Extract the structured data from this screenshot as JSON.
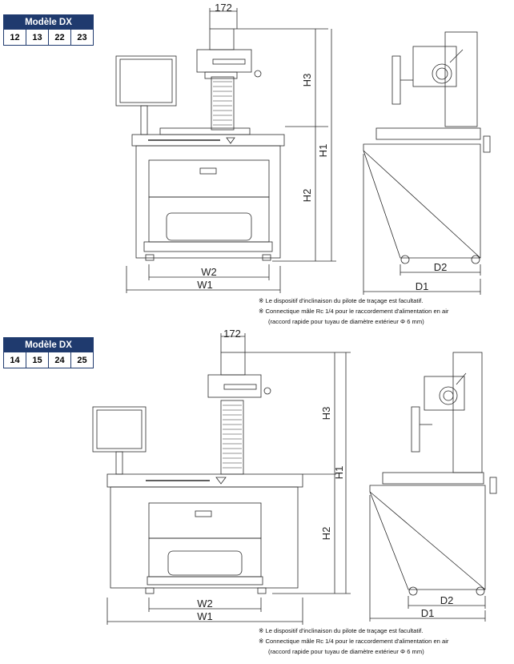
{
  "sections": [
    {
      "model_title": "Modèle DX",
      "models": [
        "12",
        "13",
        "22",
        "23"
      ],
      "dims": {
        "top_width": "172",
        "h3": "H3",
        "h1": "H1",
        "h2": "H2",
        "w2": "W2",
        "w1": "W1",
        "d2": "D2",
        "d1": "D1"
      },
      "notes": [
        "※ Le dispositif d'inclinaison du pilote de traçage est facultatif.",
        "※ Connectique mâle Rc 1/4 pour le raccordement d'alimentation en air",
        "(raccord rapide pour tuyau de diamètre extérieur Φ 6 mm)"
      ]
    },
    {
      "model_title": "Modèle DX",
      "models": [
        "14",
        "15",
        "24",
        "25"
      ],
      "dims": {
        "top_width": "172",
        "h3": "H3",
        "h1": "H1",
        "h2": "H2",
        "w2": "W2",
        "w1": "W1",
        "d2": "D2",
        "d1": "D1"
      },
      "notes": [
        "※ Le dispositif d'inclinaison du pilote de traçage est facultatif.",
        "※ Connectique mâle Rc 1/4 pour le raccordement d'alimentation en air",
        "(raccord rapide pour tuyau de diamètre extérieur Φ 6 mm)"
      ]
    }
  ],
  "colors": {
    "table_header": "#1f3a6e",
    "line": "#2a2a2a"
  }
}
